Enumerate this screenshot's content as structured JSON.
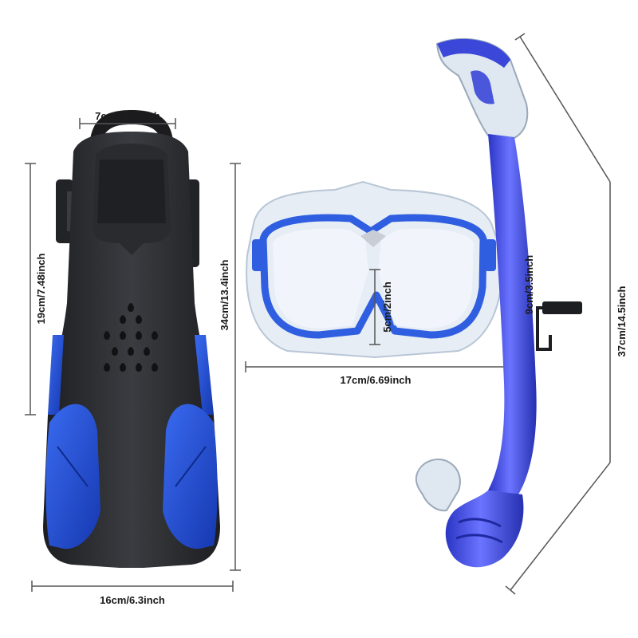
{
  "dimensions": {
    "fin_heel_width": "7cm/2.75inch",
    "fin_foot_pocket_length": "19cm/7.48inch",
    "fin_total_length": "34cm/13.4inch",
    "fin_blade_width": "16cm/6.3inch",
    "mask_lens_height": "5cm/2inch",
    "mask_height": "9cm/3.5inch",
    "mask_width": "17cm/6.69inch",
    "snorkel_length": "37cm/14.5inch"
  },
  "colors": {
    "fin_blue": "#1f4fd6",
    "fin_black": "#2b2d31",
    "mask_frame_blue": "#2f5fe0",
    "snorkel_blue": "#3a47d8",
    "clear_plastic": "#e6edf5"
  }
}
